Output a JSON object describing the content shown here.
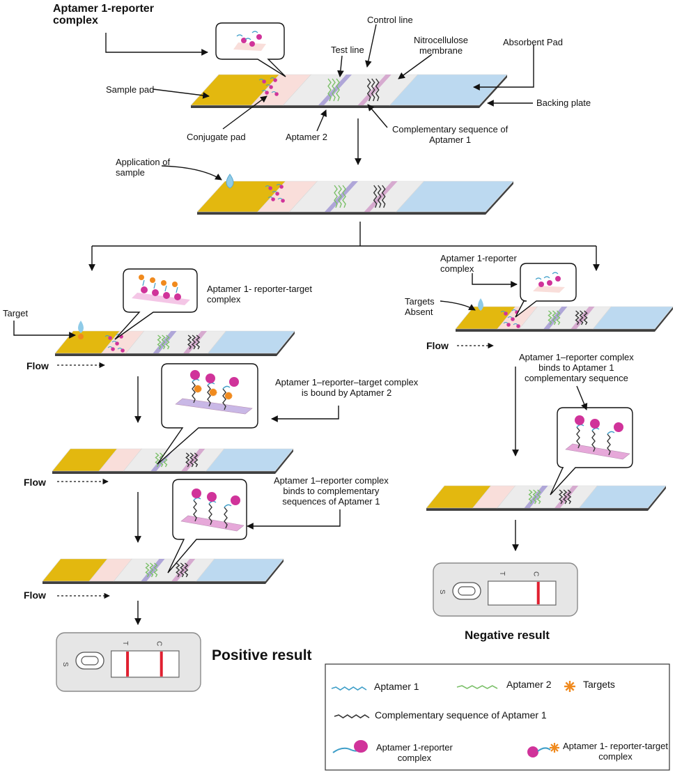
{
  "top_strip": {
    "reporter_complex": "Aptamer 1-reporter\ncomplex",
    "control_line": "Control line",
    "test_line": "Test line",
    "nitrocellulose": "Nitrocellulose\nmembrane",
    "absorbent_pad": "Absorbent Pad",
    "sample_pad": "Sample pad",
    "backing_plate": "Backing plate",
    "conjugate_pad": "Conjugate pad",
    "aptamer2": "Aptamer 2",
    "complementary": "Complementary sequence of\nAptamer 1"
  },
  "application": "Application of\nsample",
  "positive_path": {
    "target": "Target",
    "reporter_target_complex": "Aptamer 1- reporter-target\ncomplex",
    "flow_label": "Flow",
    "bound_by_aptamer2": "Aptamer 1–reporter–target complex\nis bound by Aptamer 2",
    "binds_complementary": "Aptamer 1–reporter complex\nbinds to complementary\nsequences of Aptamer 1",
    "result": "Positive result",
    "cassette": {
      "s": "S",
      "t": "T",
      "c": "C"
    }
  },
  "negative_path": {
    "reporter_complex": "Aptamer 1-reporter\ncomplex",
    "targets_absent": "Targets\nAbsent",
    "flow_label": "Flow",
    "binds_complementary": "Aptamer 1–reporter complex\nbinds to Aptamer 1\ncomplementary sequence",
    "result": "Negative result",
    "cassette": {
      "s": "S",
      "t": "T",
      "c": "C"
    }
  },
  "legend": {
    "aptamer1": "Aptamer 1",
    "aptamer2": "Aptamer 2",
    "targets": "Targets",
    "complementary": "Complementary sequence of Aptamer 1",
    "reporter_complex": "Aptamer 1-reporter\ncomplex",
    "reporter_target_complex": "Aptamer 1- reporter-target\ncomplex"
  },
  "colors": {
    "sample_pad": "#E3B80F",
    "conjugate_pad": "#F9DEDA",
    "membrane": "#ECECEC",
    "absorbent_pad": "#BCD9F0",
    "backing": "#3F3F3F",
    "test_line": "#A99FD6",
    "control_line": "#D4A3CC",
    "reporter": "#D0339A",
    "target": "#F08A1E",
    "aptamer1": "#3E9EC8",
    "aptamer2": "#7CC06A",
    "result_line": "#E02030"
  }
}
